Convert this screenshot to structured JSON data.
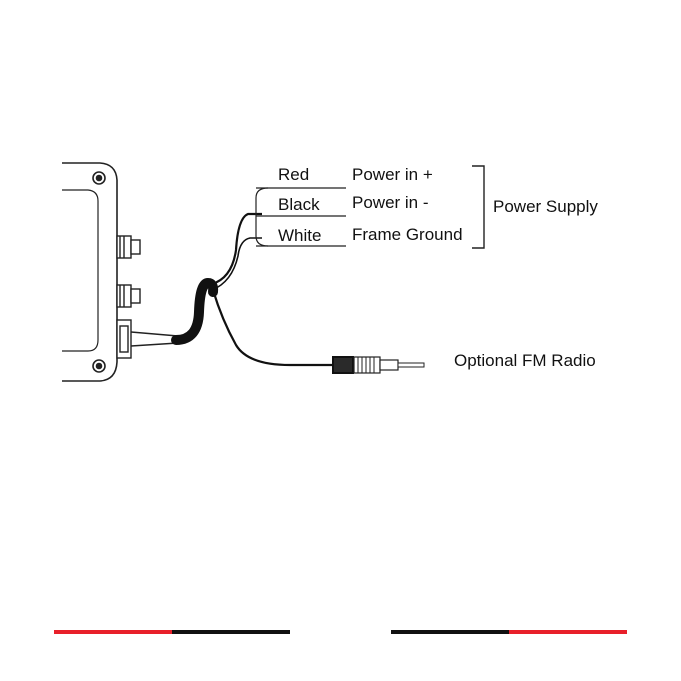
{
  "wires": [
    {
      "color_name": "Red",
      "function": "Power in +"
    },
    {
      "color_name": "Black",
      "function": "Power in -"
    },
    {
      "color_name": "White",
      "function": "Frame Ground"
    }
  ],
  "group_label": "Power Supply",
  "antenna_label": "Optional FM Radio",
  "colors": {
    "red": "#e8202a",
    "black": "#111111",
    "background": "#ffffff"
  }
}
